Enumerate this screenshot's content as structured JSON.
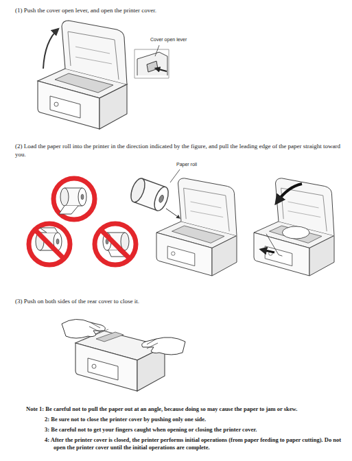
{
  "diagram": {
    "labels": [
      "(1) Push the cover open lever, and open the printer cover.",
      "Cover open lever",
      "(2) Load the paper roll into the printer in the direction indicated by the figure, and pull the leading edge of the paper straight toward you.",
      "Paper roll",
      "(3) Push on both sides of the rear cover to close it.",
      "Note 1: Be careful not to pull the paper out at an angle, because doing so may cause the paper to jam or skew.",
      "2: Be sure not to close the printer cover by pushing only one side.",
      "3: Be careful not to get your fingers caught when opening or closing the printer cover.",
      "4: After the printer cover is closed, the printer performs initial operations (from paper feeding to paper cutting). Do not open the printer cover until the initial operations are complete."
    ]
  }
}
